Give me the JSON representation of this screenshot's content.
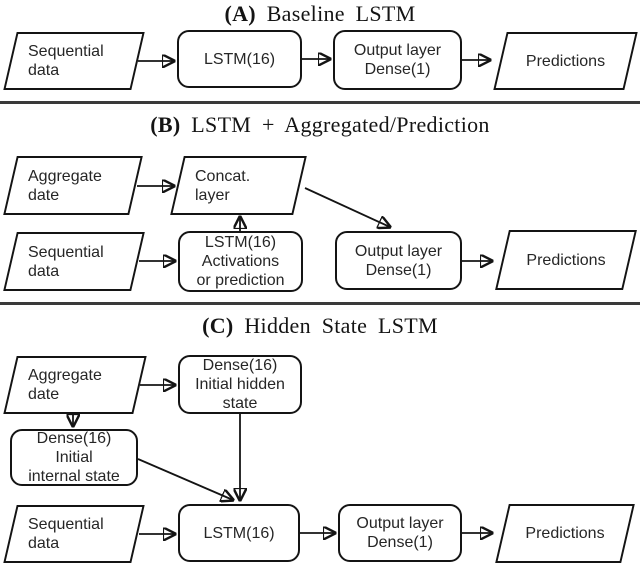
{
  "figure": {
    "type": "architecture-diagram",
    "colors": {
      "ink": "#141414",
      "separator": "#3a3a3a",
      "background": "#ffffff"
    }
  },
  "a": {
    "title_bold": "(A)",
    "title_rest": " Baseline LSTM",
    "seq_data": "Sequential\ndata",
    "lstm": "LSTM(16)",
    "output": "Output layer\nDense(1)",
    "predictions": "Predictions"
  },
  "b": {
    "title_bold": "(B)",
    "title_rest": " LSTM + Aggregated/Prediction",
    "aggregate": "Aggregate\ndate",
    "concat": "Concat.\nlayer",
    "seq_data": "Sequential\ndata",
    "lstm": "LSTM(16)\nActivations\nor prediction",
    "output": "Output layer\nDense(1)",
    "predictions": "Predictions"
  },
  "c": {
    "title_bold": "(C)",
    "title_rest": " Hidden State LSTM",
    "aggregate": "Aggregate\ndate",
    "dense_hidden": "Dense(16)\nInitial hidden\nstate",
    "dense_internal": "Dense(16)\nInitial\ninternal state",
    "seq_data": "Sequential\ndata",
    "lstm": "LSTM(16)",
    "output": "Output layer\nDense(1)",
    "predictions": "Predictions"
  }
}
